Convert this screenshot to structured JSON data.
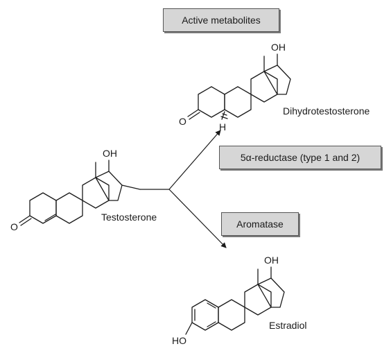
{
  "boxes": {
    "active_metabolites": "Active metabolites",
    "reductase": "5α-reductase (type 1 and 2)",
    "aromatase": "Aromatase"
  },
  "molecules": {
    "testosterone": {
      "name": "Testosterone",
      "oh": "OH",
      "o": "O"
    },
    "dihydrotestosterone": {
      "name": "Dihydrotestosterone",
      "oh": "OH",
      "o": "O",
      "h": "H"
    },
    "estradiol": {
      "name": "Estradiol",
      "oh": "OH",
      "ho": "HO"
    }
  }
}
